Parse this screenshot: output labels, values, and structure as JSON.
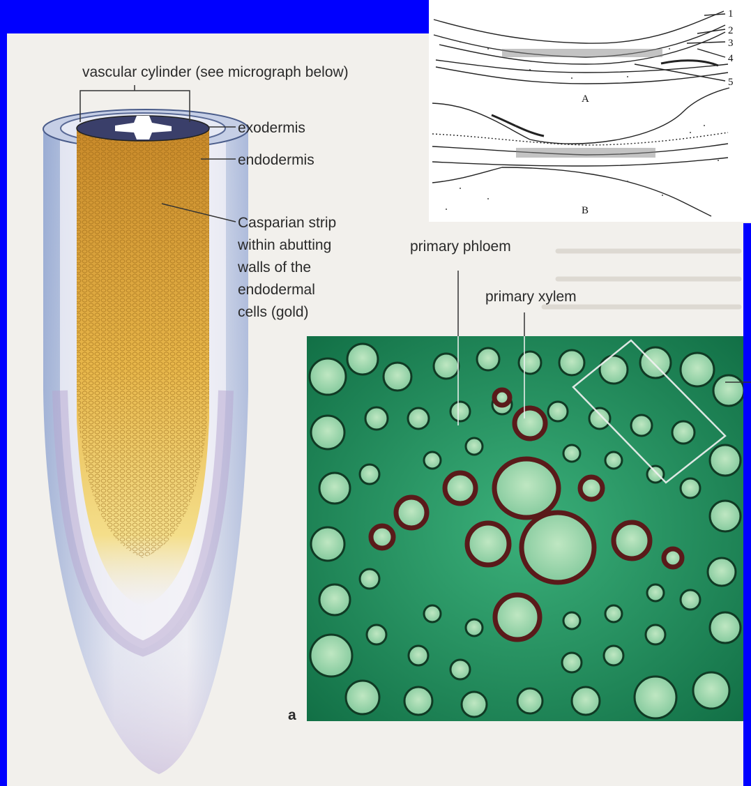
{
  "colors": {
    "background": "#0000ff",
    "page": "#f2f0ec",
    "gold": "#d9a23a",
    "vascular_bg": "#1e8f5a",
    "xylem_wall": "#5a1a1a"
  },
  "root_diagram": {
    "vascular_cylinder": "vascular cylinder (see micrograph below)",
    "exodermis": "exodermis",
    "endodermis": "endodermis",
    "casparian_lines": [
      "Casparian strip",
      "within abutting",
      "walls of the",
      "endodermal",
      "cells (gold)"
    ]
  },
  "micrograph": {
    "primary_phloem": "primary phloem",
    "primary_xylem": "primary xylem",
    "panel_letter": "a"
  },
  "inset_drawing": {
    "numbers": [
      "1",
      "2",
      "3",
      "4",
      "5"
    ],
    "panel_a": "A",
    "panel_b": "B"
  }
}
